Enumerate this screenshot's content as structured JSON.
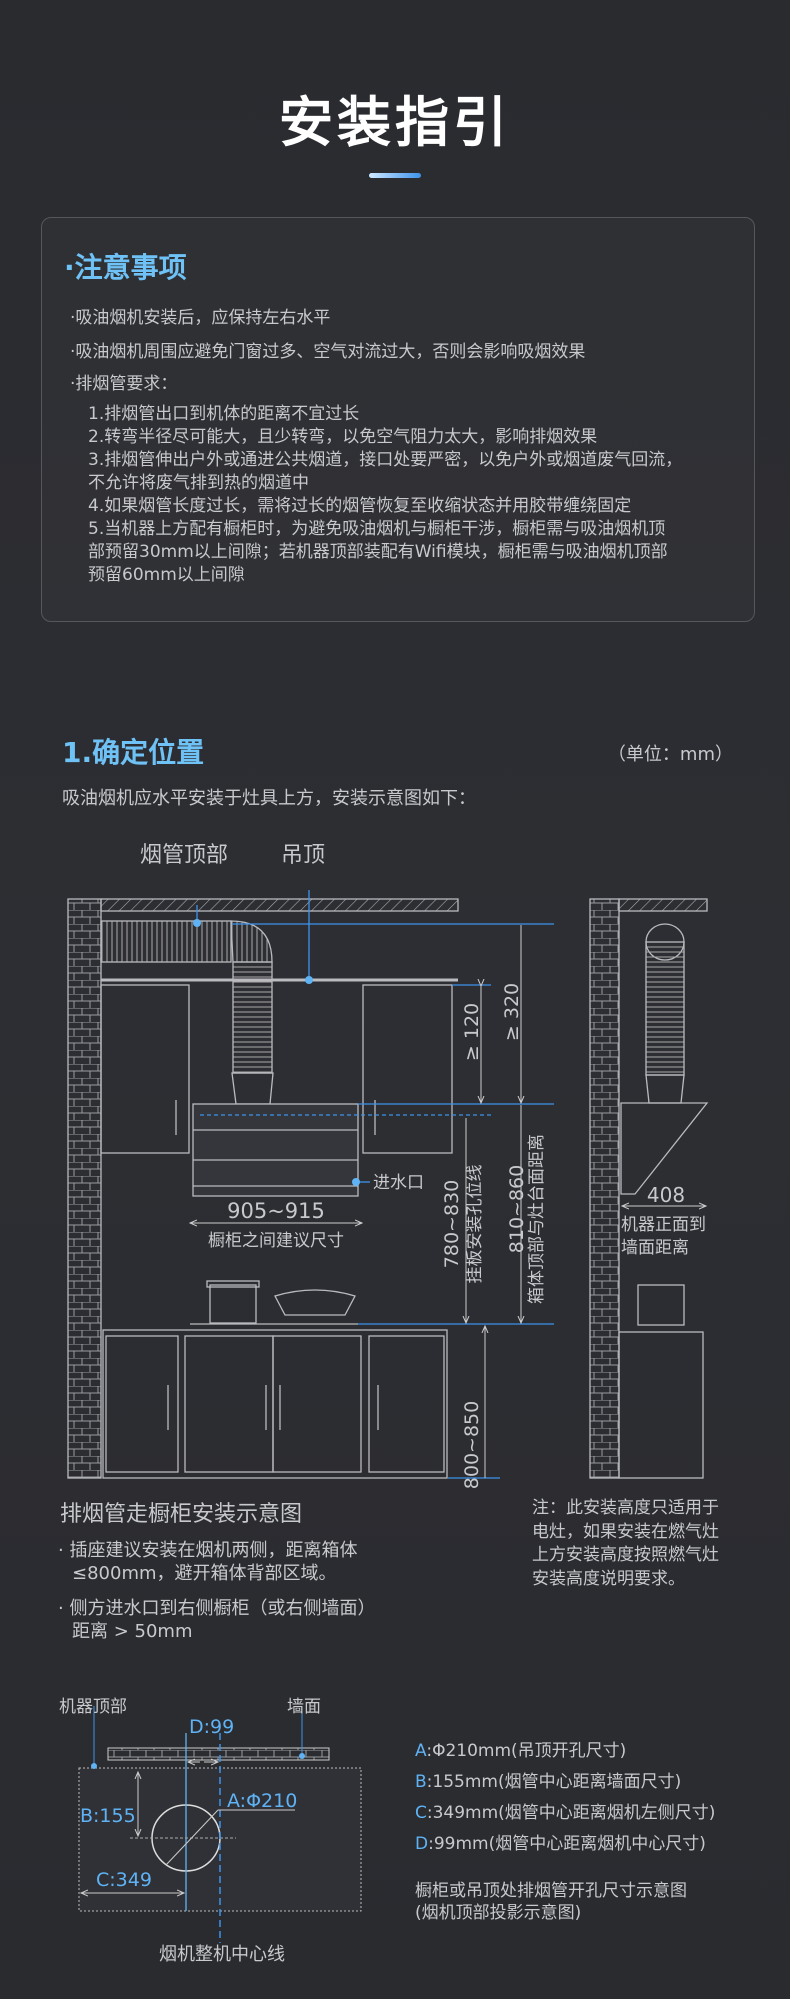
{
  "page_title": "安装指引",
  "notice": {
    "heading": "·注意事项",
    "bullets": [
      "·吸油烟机安装后，应保持左右水平",
      "·吸油烟机周围应避免门窗过多、空气对流过大，否则会影响吸烟效果",
      "·排烟管要求："
    ],
    "items": [
      "1.排烟管出口到机体的距离不宜过长",
      "2.转弯半径尽可能大，且少转弯，以免空气阻力太大，影响排烟效果",
      "3.排烟管伸出户外或通进公共烟道，接口处要严密，以免户外或烟道废气回流，",
      "不允许将废气排到热的烟道中",
      "4.如果烟管长度过长，需将过长的烟管恢复至收缩状态并用胶带缠绕固定",
      "5.当机器上方配有橱柜时，为避免吸油烟机与橱柜干涉，橱柜需与吸油烟机顶",
      "部预留30mm以上间隙；若机器顶部装配有Wifi模块，橱柜需与吸油烟机顶部",
      "预留60mm以上间隙"
    ]
  },
  "section1": {
    "heading": "1.确定位置",
    "unit": "（单位：mm）",
    "desc": "吸油烟机应水平安装于灶具上方，安装示意图如下：",
    "diagram": {
      "label_duct_top": "烟管顶部",
      "label_ceiling": "吊顶",
      "dim_120": "≥ 120",
      "dim_320": "≥ 320",
      "dim_width": "905~915",
      "dim_width_label": "橱柜之间建议尺寸",
      "water_inlet": "进水口",
      "dim_mount": "780~830",
      "dim_mount_label": "挂板安装孔位线",
      "dim_top": "810~860",
      "dim_top_label": "箱体顶部与灶台面距离",
      "dim_counter": "800~850",
      "dim_depth": "408",
      "dim_depth_label1": "机器正面到",
      "dim_depth_label2": "墙面距离"
    },
    "cabinet_heading": "排烟管走橱柜安装示意图",
    "cabinet_bullets": [
      [
        "· 插座建议安装在烟机两侧，距离箱体",
        "≤800mm，避开箱体背部区域。"
      ],
      [
        "· 侧方进水口到右侧橱柜（或右侧墙面）",
        "距离 > 50mm"
      ]
    ],
    "note": [
      "注：此安装高度只适用于",
      "电灶，如果安装在燃气灶",
      "上方安装高度按照燃气灶",
      "安装高度说明要求。"
    ]
  },
  "top_view": {
    "label_machine_top": "机器顶部",
    "label_wall": "墙面",
    "d": "D:99",
    "a": "A:Φ210",
    "b": "B:155",
    "c": "C:349",
    "center_line": "烟机整机中心线",
    "legend": [
      {
        "key": "A",
        "text": ":Φ210mm(吊顶开孔尺寸)"
      },
      {
        "key": "B",
        "text": ":155mm(烟管中心距离墙面尺寸)"
      },
      {
        "key": "C",
        "text": ":349mm(烟管中心距离烟机左侧尺寸)"
      },
      {
        "key": "D",
        "text": ":99mm(烟管中心距离烟机中心尺寸)"
      }
    ],
    "caption": [
      "橱柜或吊顶处排烟管开孔尺寸示意图",
      "(烟机顶部投影示意图)"
    ]
  },
  "colors": {
    "accent": "#3d93ea",
    "heading": "#6fc2f6",
    "line": "#b9bbbf",
    "background": "#2b2c30"
  }
}
